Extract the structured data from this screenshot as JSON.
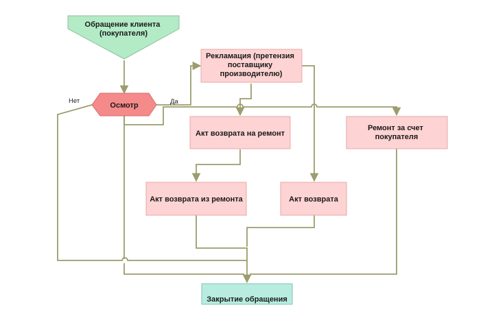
{
  "diagram": {
    "colors": {
      "connector": "#9c9c6e",
      "start_fill": "#b3ebc6",
      "start_stroke": "#8fbf9c",
      "decision_fill": "#f58a8a",
      "decision_stroke": "#d86a6a",
      "process_fill": "#fdd3d3",
      "process_stroke": "#e8a7a7",
      "end_fill": "#b8ece0",
      "end_stroke": "#82c2b2"
    },
    "nodes": {
      "start": [
        "Обращение клиента",
        "(покупателя)"
      ],
      "inspection": [
        "Осмотр"
      ],
      "complaint": [
        "Рекламация (претензия",
        "поставщику",
        "производителю)"
      ],
      "repair_return_act": [
        "Акт возврата на ремонт"
      ],
      "repair_customer": [
        "Ремонт за счет",
        "покупателя"
      ],
      "return_from_repair_act": [
        "Акт возврата из ремонта"
      ],
      "return_act": [
        "Акт возврата"
      ],
      "close": [
        "Закрытие обращения"
      ]
    },
    "edges": {
      "no": "Нет",
      "yes": "Да"
    }
  }
}
